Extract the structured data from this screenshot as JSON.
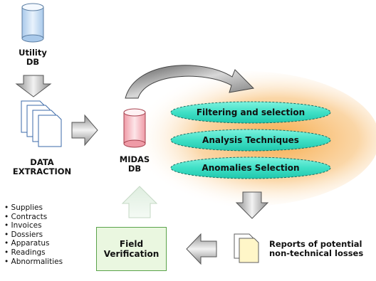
{
  "utility_db": {
    "line1": "Utility",
    "line2": "DB"
  },
  "data_extraction": {
    "line1": "DATA",
    "line2": "EXTRACTION"
  },
  "midas_db": {
    "line1": "MIDAS",
    "line2": "DB"
  },
  "process_steps": [
    "Filtering and selection",
    "Analysis Techniques",
    "Anomalies Selection"
  ],
  "field_verification": {
    "line1": "Field",
    "line2": "Verification"
  },
  "reports": {
    "line1": "Reports of potential",
    "line2": "non-technical losses"
  },
  "data_items": [
    "Supplies",
    "Contracts",
    "Invoices",
    "Dossiers",
    "Apparatus",
    "Readings",
    "Abnormalities"
  ],
  "colors": {
    "oval_fill": "#3fe0c6",
    "glow": "#f6b25a",
    "field_box": "#eaf7e0",
    "utility_cylinder": "#cfe3f7",
    "midas_cylinder": "#f7c9cf"
  }
}
